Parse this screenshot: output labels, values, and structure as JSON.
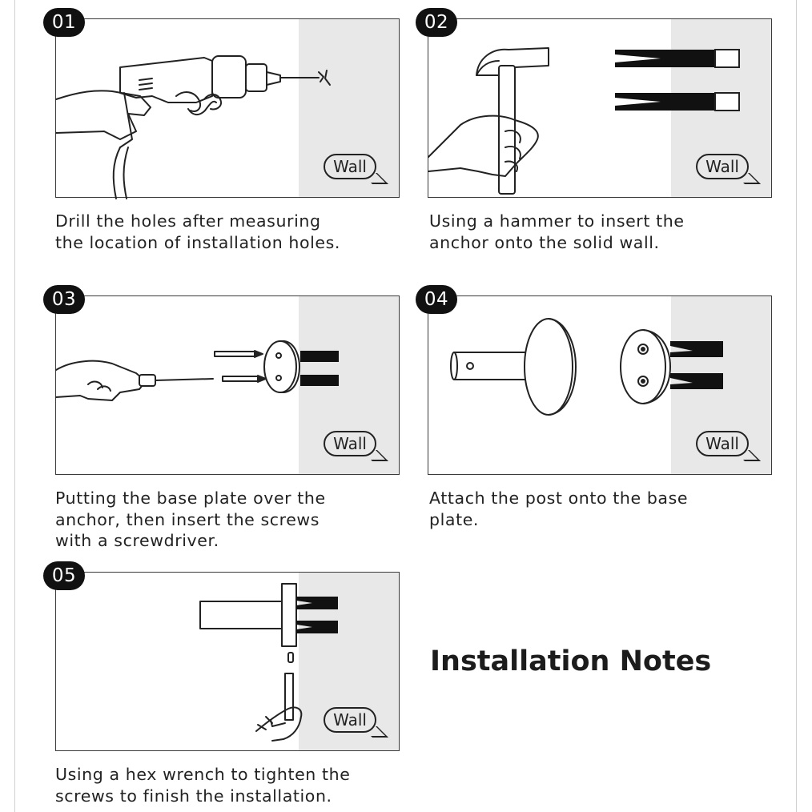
{
  "title": "Installation Notes",
  "wall_label": "Wall",
  "steps": [
    {
      "number": "01",
      "caption": [
        "Drill the holes after measuring",
        "the location of installation holes."
      ]
    },
    {
      "number": "02",
      "caption": [
        "Using a hammer to insert the",
        "anchor onto the solid wall."
      ]
    },
    {
      "number": "03",
      "caption": [
        "Putting the base plate over the",
        "anchor, then insert the screws",
        "with a screwdriver."
      ]
    },
    {
      "number": "04",
      "caption": [
        "Attach the post onto the base",
        "plate."
      ]
    },
    {
      "number": "05",
      "caption": [
        "Using a hex wrench to tighten the",
        "screws to finish the installation."
      ]
    }
  ],
  "colors": {
    "wall": "#e8e8e8",
    "badge": "#111111",
    "ink": "#222222"
  }
}
